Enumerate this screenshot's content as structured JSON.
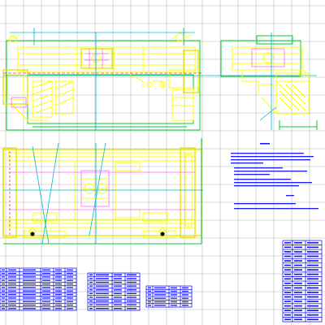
{
  "drawing": {
    "background": "#ffffff",
    "grid_color": "#b8b8b8",
    "line_colors": {
      "yellow": "#ffff00",
      "green": "#00cc33",
      "cyan": "#00b8d8",
      "magenta": "#ff66ff",
      "red": "#ff3333",
      "blue": "#1a1aff"
    },
    "views": [
      "front-elevation",
      "side-elevation",
      "plan-view"
    ],
    "tables": [
      "parts-list-1",
      "parts-list-2",
      "parts-list-3",
      "title-block"
    ]
  }
}
